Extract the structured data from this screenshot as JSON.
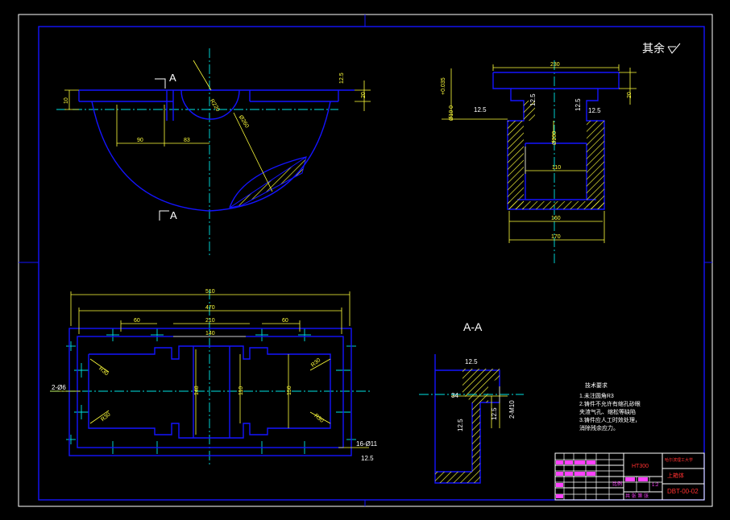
{
  "colors": {
    "background": "#000000",
    "outline": "#1414ff",
    "centerline": "#00e5e5",
    "dimension": "#ffff3c",
    "text": "#ffffff",
    "titleblock_red": "#ff3030",
    "titleblock_magenta": "#ff40ff"
  },
  "roughness_other": "其余",
  "section_label": "A",
  "section_view_title": "A-A",
  "plan_view": {
    "dim_90": "90",
    "dim_83": "83",
    "r220": "R220",
    "r260": "Ø260",
    "dim_10": "10",
    "dim_20": "20",
    "roughness": "12.5"
  },
  "front_section": {
    "dim_230": "230",
    "dim_20": "20",
    "tol": "+0.035",
    "phi10": "Ø10 0",
    "phi200": "Ø200",
    "dim_110": "110",
    "dim_160": "160",
    "dim_170": "170",
    "rough_left": "12.5",
    "rough_mid": "12.5",
    "rough_right": "12.5",
    "rough_r2": "12.5"
  },
  "bottom_view": {
    "dim_510": "510",
    "dim_470": "470",
    "dim_60_left": "60",
    "dim_60_right": "60",
    "dim_210": "210",
    "dim_140": "140",
    "dim_148": "148",
    "dim_110": "110",
    "dim_150": "150",
    "r30_tl": "R30",
    "r30_bl": "R30",
    "r30_tr": "R30",
    "r30_br": "R30",
    "holes_left": "2-Ø6",
    "holes_right": "16-Ø11",
    "roughness": "12.5"
  },
  "aa_section": {
    "dim_34": "34",
    "dim_m10": "2-M10",
    "rough_top": "12.5",
    "rough_left": "12.5",
    "rough_right": "12.5"
  },
  "notes": {
    "title": "技术要求",
    "line1": "1.未注圆角R3",
    "line2": "2.铸件不允许有缩孔砂眼",
    "line3": "夹渣气孔、缩松等缺陷",
    "line4": "3.铸件应人工时效处理，",
    "line5": "消除残余应力。"
  },
  "title_block": {
    "material": "HT300",
    "school": "哈尔滨理工大学",
    "part_name": "上箱体",
    "drawing_no": "DBT-00-02",
    "scale_label": "比例",
    "scale": "1:2",
    "sheet": "共  张 第  张"
  }
}
